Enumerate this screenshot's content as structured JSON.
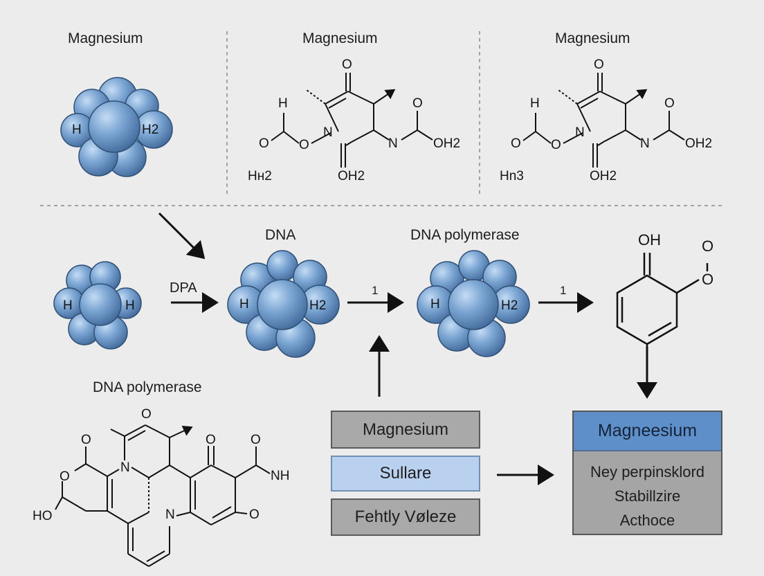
{
  "top_row": {
    "left_title": "Magnesium",
    "mid_title": "Magnesium",
    "right_title": "Magnesium"
  },
  "left_cluster_top": {
    "left_label": "H",
    "right_label": "H2"
  },
  "mid_structure": {
    "o_top": "O",
    "h": "H",
    "o_left": "O",
    "o_link": "O",
    "n_ring": "N",
    "n_amide": "N",
    "o_acid": "O",
    "oh2_right": "OH2",
    "oh2_bottom": "OH2",
    "h_bottom": "Hн2"
  },
  "right_structure": {
    "o_top": "O",
    "h": "H",
    "o_left": "O",
    "o_link": "O",
    "n_ring": "N",
    "n_amide": "N",
    "o_acid": "O",
    "oh2_right": "OH2",
    "oh2_bottom": "OH2",
    "h_bottom": "Hn3"
  },
  "middle_row": {
    "cluster1": {
      "left": "H",
      "right": "H"
    },
    "arrow1_label": "DPA",
    "title2": "DNA",
    "cluster2": {
      "left": "H",
      "right": "H2"
    },
    "arrow2_label": "1",
    "title3": "DNA polymerase",
    "cluster3": {
      "left": "H",
      "right": "H2"
    },
    "arrow3_label": "1",
    "phenol": {
      "oh": "OH",
      "o1": "O",
      "o2": "O"
    }
  },
  "bottom_left": {
    "title": "DNA polymerase",
    "o_top": "O",
    "o_left": "O",
    "o_ring": "O",
    "n_center": "N",
    "o_mid": "O",
    "o_acid": "O",
    "nh": "NH",
    "ho": "HO",
    "n_bottom": "N",
    "o_right": "O"
  },
  "stack_boxes": [
    "Magnesium",
    "Sullare",
    "Fehtly Vølеze"
  ],
  "result_panel": {
    "header": "Magneesium",
    "lines": [
      "Ney perpinsklord",
      "Stabillzire",
      "Acthoce"
    ]
  },
  "colors": {
    "background": "#ececec",
    "sphere": "#6e99c9",
    "panel_header": "#5f8fc9",
    "box_grey": "#a9a9a9",
    "box_blue": "#b9d1ee"
  }
}
